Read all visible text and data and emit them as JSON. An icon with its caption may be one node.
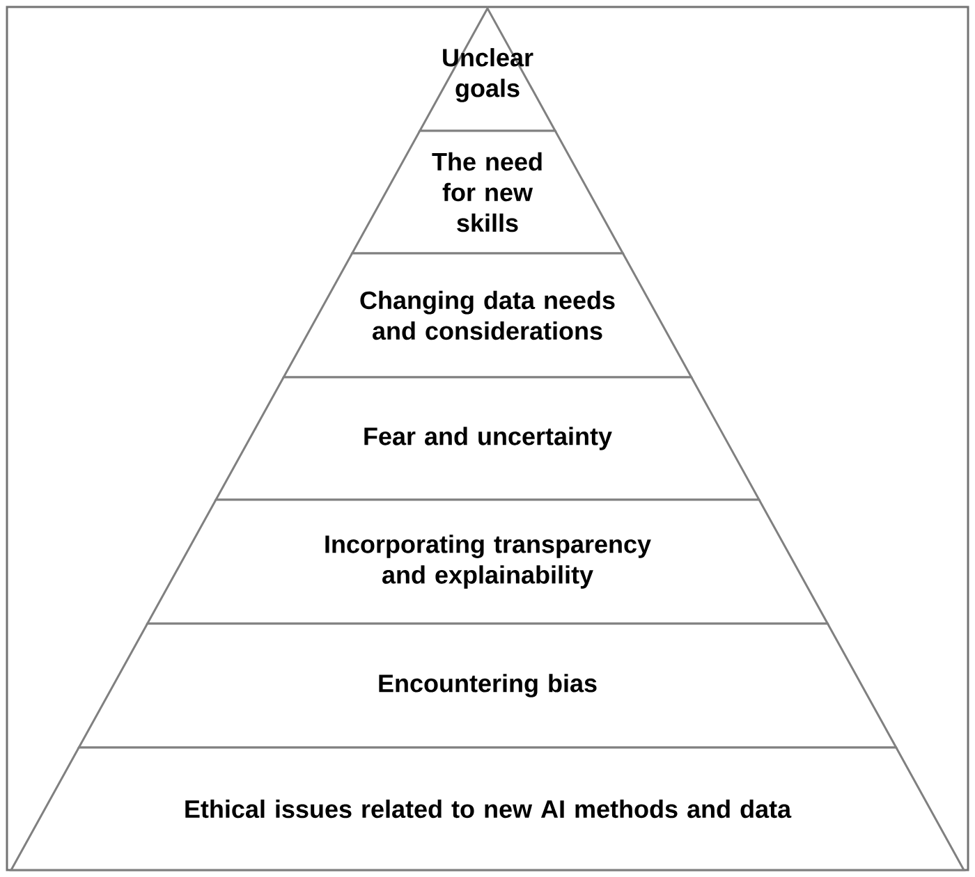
{
  "diagram": {
    "nodes": [
      {
        "text": [
          "Unclear goals"
        ]
      },
      {
        "text": [
          "The need for new skills"
        ]
      },
      {
        "text": [
          "Changing data needs and considerations"
        ]
      },
      {
        "text": [
          "Fear and uncertainty"
        ]
      },
      {
        "text": [
          "Incorporating transparency and explainability"
        ]
      },
      {
        "text": [
          "Encountering bias"
        ]
      },
      {
        "text": [
          "Ethical issues related to new AI methods and data"
        ]
      }
    ]
  }
}
